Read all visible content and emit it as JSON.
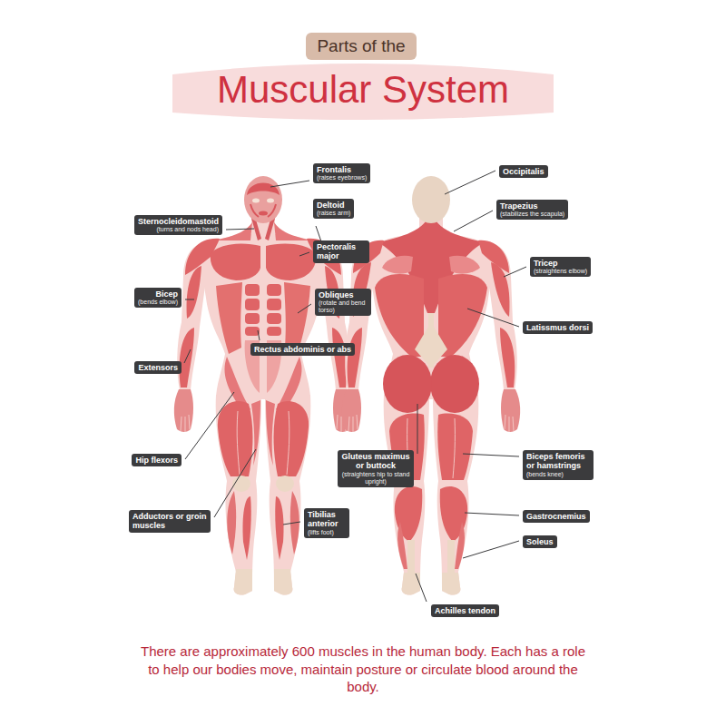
{
  "diagram": {
    "caption": "There are approximately 600 muscles in the human body. Each has a role to help our bodies move, maintain posture or circulate blood around the body.",
    "nodes": [
      {
        "text": [
          "Parts of the"
        ]
      },
      {
        "text": [
          "Muscular System"
        ]
      },
      {
        "text": [
          "Frontalis",
          "(raises eyebrows)"
        ]
      },
      {
        "text": [
          "Sternocleidomastoid",
          "(turns and nods head)"
        ]
      },
      {
        "text": [
          "Deltoid",
          "(raises arm)"
        ]
      },
      {
        "text": [
          "Pectoralis major"
        ]
      },
      {
        "text": [
          "Bicep",
          "(bends elbow)"
        ]
      },
      {
        "text": [
          "Obliques",
          "(rotate and bend torso)"
        ]
      },
      {
        "text": [
          "Rectus abdominis or abs"
        ]
      },
      {
        "text": [
          "Extensors"
        ]
      },
      {
        "text": [
          "Hip flexors"
        ]
      },
      {
        "text": [
          "Adductors or groin muscles"
        ]
      },
      {
        "text": [
          "Tibilias anterior",
          "(lifts foot)"
        ]
      },
      {
        "text": [
          "Occipitalis"
        ]
      },
      {
        "text": [
          "Trapezius",
          "(stabilizes the scapula)"
        ]
      },
      {
        "text": [
          "Tricep",
          "(straightens elbow)"
        ]
      },
      {
        "text": [
          "Latissmus dorsi"
        ]
      },
      {
        "text": [
          "Gluteus maximus or buttock",
          "(straightens hip to stand upright)"
        ]
      },
      {
        "text": [
          "Biceps femoris or hamstrings",
          "(bends knee)"
        ]
      },
      {
        "text": [
          "Gastrocnemius"
        ]
      },
      {
        "text": [
          "Soleus"
        ]
      },
      {
        "text": [
          "Achilles tendon"
        ]
      }
    ]
  }
}
